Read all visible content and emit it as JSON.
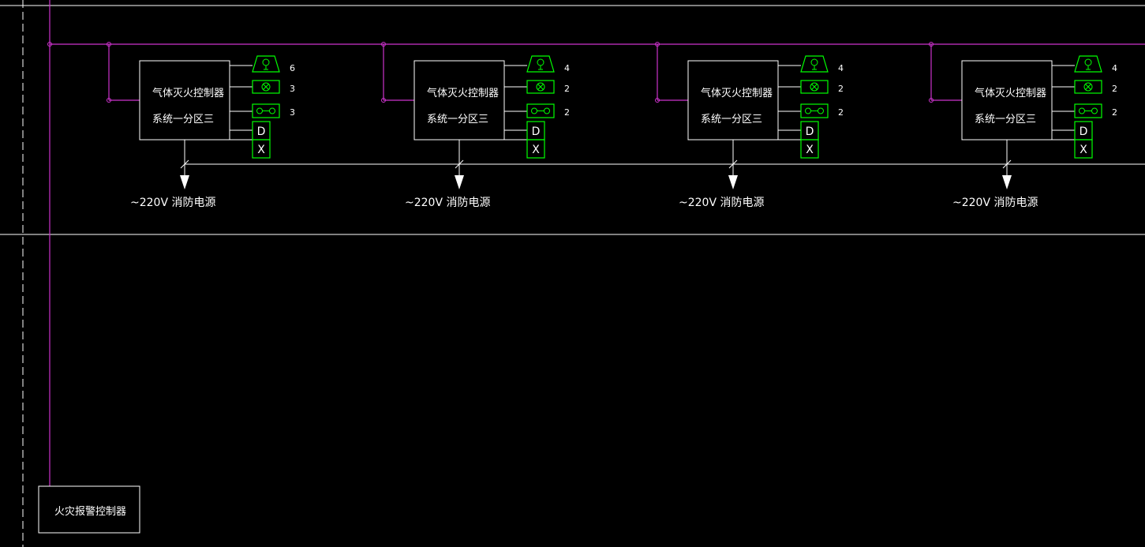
{
  "colors": {
    "background": "#000000",
    "bus": "#cc33cc",
    "device": "#00ff00",
    "line": "#ffffff",
    "text": "#ffffff"
  },
  "main_controller": {
    "label": "火灾报警控制器"
  },
  "controllers": [
    {
      "line1": "气体灭火控制器",
      "line2": "系统一分区三",
      "power_label": "~220V  消防电源",
      "devices": [
        {
          "icon": "alarm-bell-light-icon",
          "count": "6"
        },
        {
          "icon": "crossed-lamp-icon",
          "count": "3"
        },
        {
          "icon": "manual-switch-icon",
          "count": "3"
        },
        {
          "icon": "d-box-icon",
          "label": "D"
        },
        {
          "icon": "x-box-icon",
          "label": "X"
        }
      ]
    },
    {
      "line1": "气体灭火控制器",
      "line2": "系统一分区三",
      "power_label": "~220V  消防电源",
      "devices": [
        {
          "icon": "alarm-bell-light-icon",
          "count": "4"
        },
        {
          "icon": "crossed-lamp-icon",
          "count": "2"
        },
        {
          "icon": "manual-switch-icon",
          "count": "2"
        },
        {
          "icon": "d-box-icon",
          "label": "D"
        },
        {
          "icon": "x-box-icon",
          "label": "X"
        }
      ]
    },
    {
      "line1": "气体灭火控制器",
      "line2": "系统一分区三",
      "power_label": "~220V  消防电源",
      "devices": [
        {
          "icon": "alarm-bell-light-icon",
          "count": "4"
        },
        {
          "icon": "crossed-lamp-icon",
          "count": "2"
        },
        {
          "icon": "manual-switch-icon",
          "count": "2"
        },
        {
          "icon": "d-box-icon",
          "label": "D"
        },
        {
          "icon": "x-box-icon",
          "label": "X"
        }
      ]
    },
    {
      "line1": "气体灭火控制器",
      "line2": "系统一分区三",
      "power_label": "~220V  消防电源",
      "devices": [
        {
          "icon": "alarm-bell-light-icon",
          "count": "4"
        },
        {
          "icon": "crossed-lamp-icon",
          "count": "2"
        },
        {
          "icon": "manual-switch-icon",
          "count": "2"
        },
        {
          "icon": "d-box-icon",
          "label": "D"
        },
        {
          "icon": "x-box-icon",
          "label": "X"
        }
      ]
    }
  ]
}
